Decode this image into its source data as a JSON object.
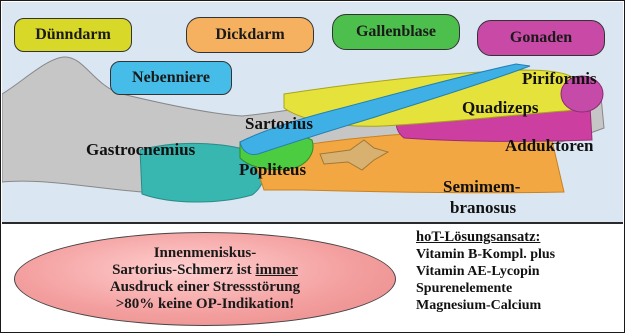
{
  "organs": [
    {
      "label": "Dünndarm",
      "color": "#d8d828"
    },
    {
      "label": "Dickdarm",
      "color": "#f5b060"
    },
    {
      "label": "Gallenblase",
      "color": "#4cbf4c"
    },
    {
      "label": "Gonaden",
      "color": "#c84aa6"
    },
    {
      "label": "Nebenniere",
      "color": "#46bde8"
    }
  ],
  "muscles": {
    "piriformis": "Piriformis",
    "quadizeps": "Quadizeps",
    "sartorius": "Sartorius",
    "adduktoren": "Adduktoren",
    "gastrocnemius": "Gastrocnemius",
    "popliteus": "Popliteus",
    "semimembranosus_line1": "Semimem-",
    "semimembranosus_line2": "branosus"
  },
  "note": {
    "line1": "Innenmeniskus-",
    "line2_pre": "Sartorius-Schmerz ist ",
    "line2_emph": "immer",
    "line3": "Ausdruck einer Stressstörung",
    "line4": ">80% keine OP-Indikation!"
  },
  "therapy": {
    "heading": "hoT-Lösungsansatz:",
    "items": [
      "Vitamin B-Kompl. plus",
      "Vitamin AE-Lycopin",
      "Spurenelemente",
      "Magnesium-Calcium"
    ]
  }
}
